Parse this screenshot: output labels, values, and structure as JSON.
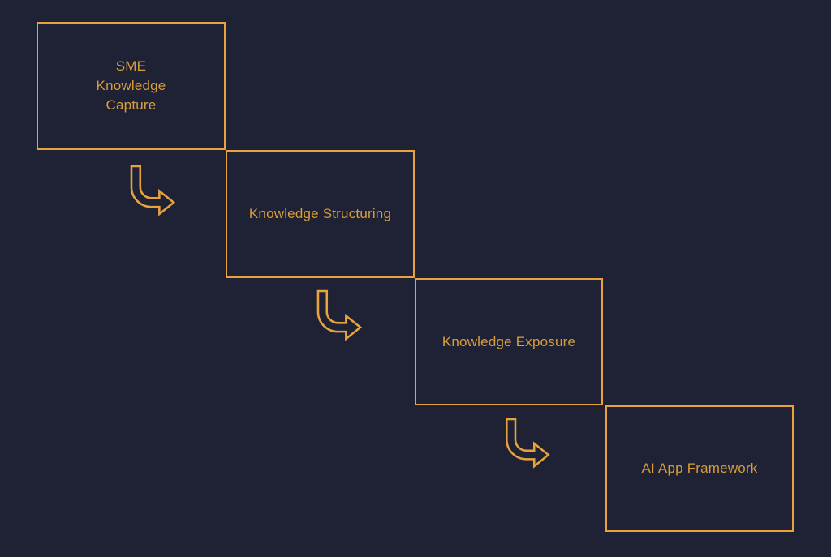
{
  "diagram": {
    "background_color": "#1e2234",
    "accent_color": "#e8a33d",
    "text_color": "#d99d3c",
    "steps": [
      {
        "label": "SME\nKnowledge\nCapture"
      },
      {
        "label": "Knowledge Structuring"
      },
      {
        "label": "Knowledge Exposure"
      },
      {
        "label": "AI App Framework"
      }
    ],
    "connectors": [
      {
        "icon": "bent-arrow-down-right-icon"
      },
      {
        "icon": "bent-arrow-down-right-icon"
      },
      {
        "icon": "bent-arrow-down-right-icon"
      }
    ]
  }
}
